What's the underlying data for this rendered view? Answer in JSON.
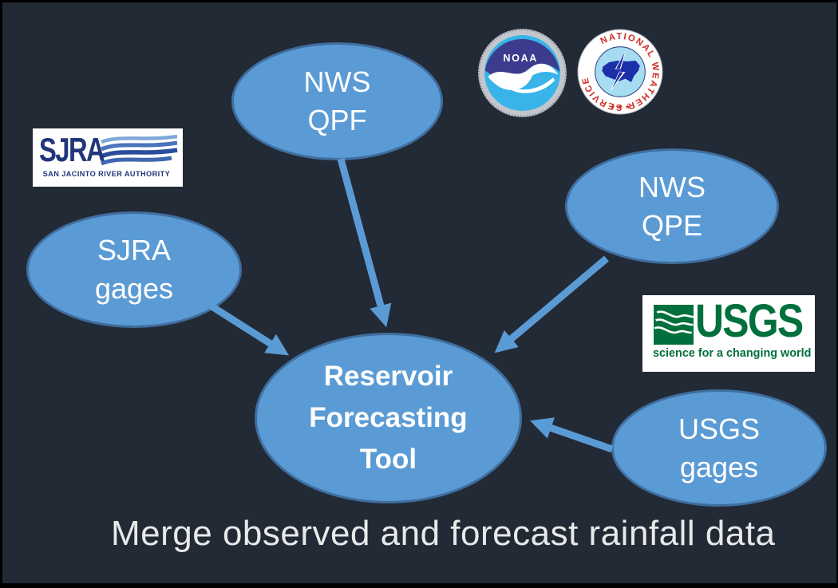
{
  "colors": {
    "background": "#222a36",
    "frame": "#000000",
    "node_fill": "#5b9bd5",
    "node_border": "#3f6e9f",
    "node_text": "#ffffff",
    "arrow": "#5b9bd5",
    "caption_text": "#e8e9ea",
    "sjra_navy": "#21367a",
    "usgs_green": "#00703c",
    "nws_red": "#cf2e24",
    "noaa_dark_blue": "#3c3c8e",
    "noaa_light_blue": "#38b4e8",
    "nws_inner_blue": "#a5dcf2",
    "nws_map_blue": "#1b2fa8"
  },
  "caption": "Merge observed and forecast rainfall data",
  "nodes": [
    {
      "id": "nws-qpf",
      "lines": [
        "NWS",
        "QPF"
      ]
    },
    {
      "id": "nws-qpe",
      "lines": [
        "NWS",
        "QPE"
      ]
    },
    {
      "id": "sjra-gages",
      "lines": [
        "SJRA",
        "gages"
      ]
    },
    {
      "id": "usgs-gages",
      "lines": [
        "USGS",
        "gages"
      ]
    },
    {
      "id": "reservoir-forecasting-tool",
      "lines": [
        "Reservoir",
        "Forecasting",
        "Tool"
      ]
    }
  ],
  "arrows": [
    {
      "from": "sjra-gages",
      "to": "reservoir-forecasting-tool"
    },
    {
      "from": "nws-qpf",
      "to": "reservoir-forecasting-tool"
    },
    {
      "from": "nws-qpe",
      "to": "reservoir-forecasting-tool"
    },
    {
      "from": "usgs-gages",
      "to": "reservoir-forecasting-tool"
    }
  ],
  "logos": {
    "sjra": {
      "acronym": "SJRA",
      "tagline": "SAN JACINTO RIVER AUTHORITY"
    },
    "noaa": {
      "label": "NOAA"
    },
    "nws": {
      "ring_text": "NATIONAL WEATHER SERVICE",
      "stars": "★ ★ ★"
    },
    "usgs": {
      "acronym": "USGS",
      "tagline": "science for a changing world"
    }
  }
}
